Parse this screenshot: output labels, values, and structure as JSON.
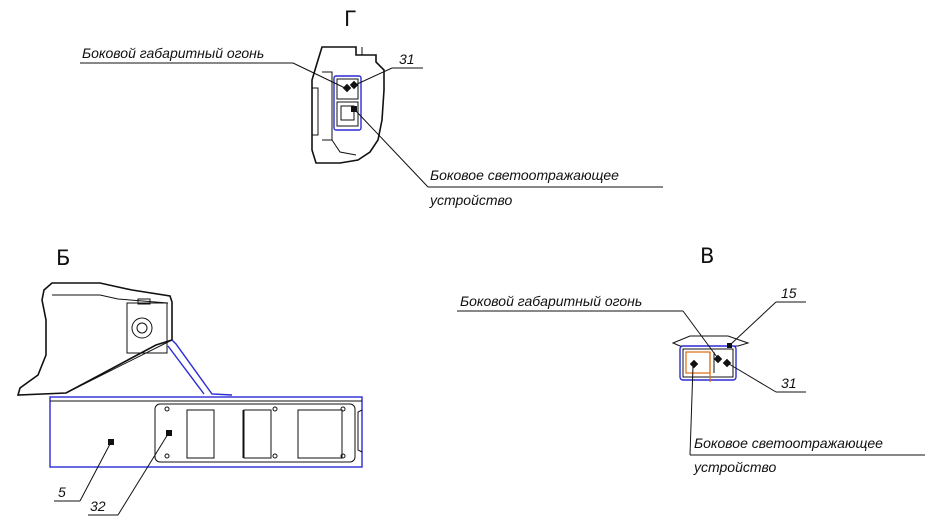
{
  "views": {
    "g": "Г",
    "b": "Б",
    "v": "В"
  },
  "labels": {
    "g_side_marker": "Боковой габаритный огонь",
    "g_num_31": "31",
    "g_reflector_line1": "Боковое светоотражающее",
    "g_reflector_line2": "устройство",
    "b_num_5": "5",
    "b_num_32": "32",
    "v_side_marker": "Боковой габаритный огонь",
    "v_num_15": "15",
    "v_num_31": "31",
    "v_reflector_line1": "Боковое светоотражающее",
    "v_reflector_line2": "устройство"
  },
  "colors": {
    "outline_accent": "#2a2ad6",
    "reflector_accent": "#e06a10",
    "line": "#111111"
  }
}
